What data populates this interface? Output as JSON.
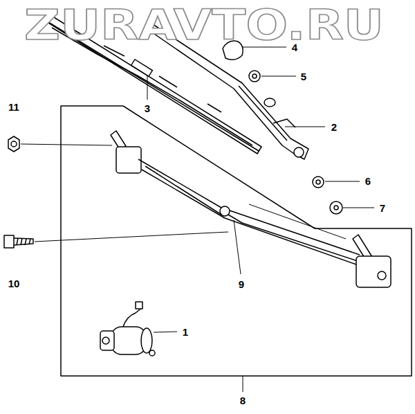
{
  "diagram": {
    "labels": [
      "ZURAVTO.RU",
      "4",
      "5",
      "11",
      "3",
      "2",
      "6",
      "7",
      "10",
      "9",
      "1",
      "8"
    ]
  }
}
